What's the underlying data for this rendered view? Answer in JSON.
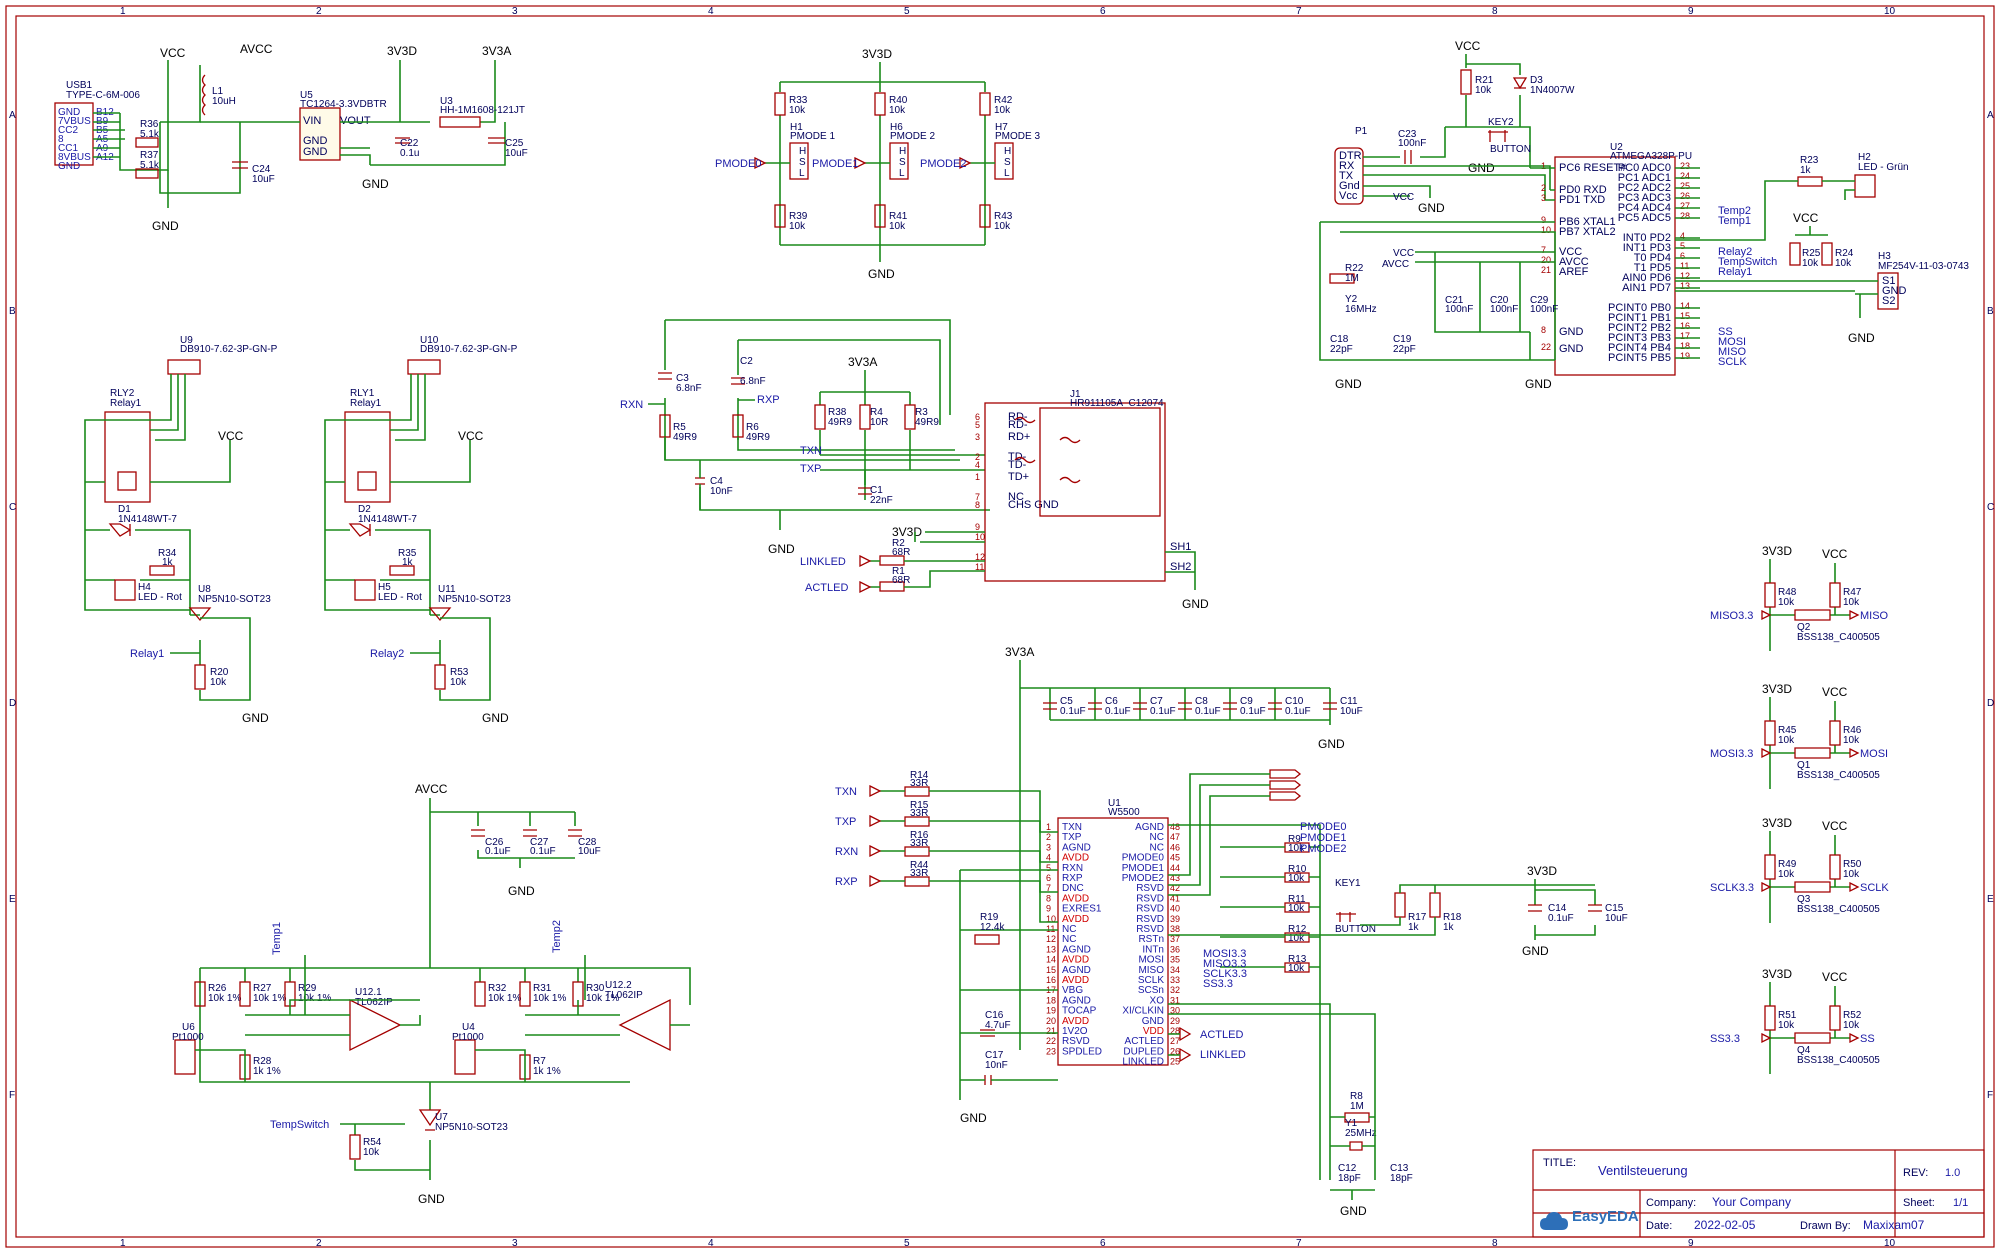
{
  "frame": {
    "columns": [
      "1",
      "2",
      "3",
      "4",
      "5",
      "6",
      "7",
      "8",
      "9",
      "10"
    ],
    "rows": [
      "A",
      "B",
      "C",
      "D",
      "E",
      "F"
    ]
  },
  "title_block": {
    "title_label": "TITLE:",
    "title": "Ventilsteuerung",
    "rev_label": "REV:",
    "rev": "1.0",
    "company_label": "Company:",
    "company": "Your Company",
    "sheet_label": "Sheet:",
    "sheet": "1/1",
    "date_label": "Date:",
    "date": "2022-02-05",
    "drawn_label": "Drawn By:",
    "drawn_by": "Maxixam07",
    "logo_text": "EasyEDA"
  },
  "power": {
    "vcc": "VCC",
    "avcc": "AVCC",
    "v3v3d": "3V3D",
    "v3v3a": "3V3A",
    "gnd": "GND"
  },
  "usb": {
    "ref": "USB1",
    "part": "TYPE-C-6M-006",
    "pins": [
      "GND",
      "7VBUS",
      "CC2",
      "8",
      "CC1",
      "8VBUS",
      "GND"
    ],
    "pinnums": [
      "B12",
      "B9",
      "B5",
      "A5",
      "A9",
      "A12"
    ]
  },
  "components": {
    "L1": "L1",
    "L1v": "10uH",
    "R36": "R36",
    "R36v": "5.1k",
    "R37": "R37",
    "R37v": "5.1k",
    "C24": "C24",
    "C24v": "10uF",
    "U5": "U5",
    "U5v": "TC1264-3.3VDBTR",
    "U5in": "VIN",
    "U5out": "VOUT",
    "U5gnd": "GND",
    "C22": "C22",
    "C22v": "0.1u",
    "U3": "U3",
    "U3v": "HH-1M1608-121JT",
    "C25": "C25",
    "C25v": "10uF",
    "R33": "R33",
    "R40": "R40",
    "R42": "R42",
    "R39": "R39",
    "R41": "R41",
    "R43": "R43",
    "r10k": "10k",
    "H1": "H1",
    "H1v": "PMODE 1",
    "H6": "H6",
    "H6v": "PMODE 2",
    "H7": "H7",
    "H7v": "PMODE 3",
    "C23": "C23",
    "C23v": "100nF",
    "R21": "R21",
    "D3": "D3",
    "D3v": "1N4007W",
    "KEY2": "KEY2",
    "button": "BUTTON",
    "P1": "P1",
    "U2": "U2",
    "U2v": "ATMEGA328P-PU",
    "R23": "R23",
    "R23v": "1k",
    "H2": "H2",
    "H2v": "LED - Grün",
    "R25": "R25",
    "R24": "R24",
    "H3": "H3",
    "H3v": "MF254V-11-03-0743",
    "R22": "R22",
    "R22v": "1M",
    "Y2": "Y2",
    "Y2v": "16MHz",
    "C18": "C18",
    "C18v": "22pF",
    "C19": "C19",
    "C19v": "22pF",
    "C21": "C21",
    "C21v": "100nF",
    "C20": "C20",
    "C20v": "100nF",
    "C29": "C29",
    "C29v": "100nF",
    "U9": "U9",
    "U9v": "DB910-7.62-3P-GN-P",
    "U10": "U10",
    "U10v": "DB910-7.62-3P-GN-P",
    "RLY2": "RLY2",
    "RLY1": "RLY1",
    "relay": "Relay1",
    "D1": "D1",
    "D2": "D2",
    "Dv": "1N4148WT-7",
    "R34": "R34",
    "R35": "R35",
    "r1k": "1k",
    "H4": "H4",
    "H5": "H5",
    "ledrot": "LED - Rot",
    "U8": "U8",
    "U11": "U11",
    "nfet": "NP5N10-SOT23",
    "R20": "R20",
    "R53": "R53",
    "C3": "C3",
    "C3v": "6.8nF",
    "C2": "C2",
    "C2v": "6.8nF",
    "R5": "R5",
    "R6": "R6",
    "r49r9": "49R9",
    "R38": "R38",
    "R4": "R4",
    "R4v": "10R",
    "R3": "R3",
    "C4": "C4",
    "C4v": "10nF",
    "C1": "C1",
    "C1v": "22nF",
    "R2": "R2",
    "R1": "R1",
    "r68r": "68R",
    "J1": "J1",
    "J1v": "HR911105A_C12074",
    "C5": "C5",
    "C6": "C6",
    "C7": "C7",
    "C8": "C8",
    "C9": "C9",
    "C10": "C10",
    "c01uF": "0.1uF",
    "C11": "C11",
    "C11v": "10uF",
    "U1": "U1",
    "U1v": "W5500",
    "R14": "R14",
    "R15": "R15",
    "R16": "R16",
    "R44": "R44",
    "r33r": "33R",
    "R19": "R19",
    "R19v": "12.4k",
    "C16": "C16",
    "C16v": "4.7uF",
    "C17": "C17",
    "C17v": "10nF",
    "R9": "R9",
    "R10": "R10",
    "R11": "R11",
    "R12": "R12",
    "R13": "R13",
    "KEY1": "KEY1",
    "R17": "R17",
    "R18": "R18",
    "C14": "C14",
    "C14v": "0.1uF",
    "C15": "C15",
    "C15v": "10uF",
    "R8": "R8",
    "R8v": "1M",
    "Y1": "Y1",
    "Y1v": "25MHz",
    "C12": "C12",
    "C13": "C13",
    "c18pF": "18pF",
    "C26": "C26",
    "C27": "C27",
    "C28": "C28",
    "C28v": "10uF",
    "R26": "R26",
    "R27": "R27",
    "R29": "R29",
    "r10k1": "10k 1%",
    "U12_1": "U12.1",
    "U12_2": "U12.2",
    "tl062": "TL062IP",
    "U6": "U6",
    "U4": "U4",
    "pt1000": "Pt1000",
    "R28": "R28",
    "r1k1": "1k 1%",
    "R32": "R32",
    "R31": "R31",
    "R30": "R30",
    "R7": "R7",
    "U7": "U7",
    "R54": "R54",
    "R48": "R48",
    "R47": "R47",
    "R45": "R45",
    "R46": "R46",
    "R49": "R49",
    "R50": "R50",
    "R51": "R51",
    "R52": "R52",
    "Q1": "Q1",
    "Q2": "Q2",
    "Q3": "Q3",
    "Q4": "Q4",
    "bss": "BSS138_C400505"
  },
  "nets": {
    "pmode0": "PMODE0",
    "pmode1": "PMODE1",
    "pmode2": "PMODE2",
    "temp1": "Temp1",
    "temp2": "Temp2",
    "relay1": "Relay1",
    "relay2": "Relay2",
    "tempswitch": "TempSwitch",
    "ss": "SS",
    "mosi": "MOSI",
    "miso": "MISO",
    "sclk": "SCLK",
    "rxn": "RXN",
    "rxp": "RXP",
    "txn": "TXN",
    "txp": "TXP",
    "linkled": "LINKLED",
    "actled": "ACTLED",
    "miso33": "MISO3.3",
    "mosi33": "MOSI3.3",
    "sclk33": "SCLK3.3",
    "ss33": "SS3.3",
    "sh1": "SH1",
    "sh2": "SH2"
  },
  "p1_pins": [
    "DTR",
    "RX",
    "TX",
    "Gnd",
    "Vcc"
  ],
  "u2_left": [
    "PC6 RESET#",
    "PD0 RXD",
    "PD1 TXD",
    "PB6 XTAL1",
    "PB7 XTAL2",
    "VCC",
    "AVCC",
    "AREF",
    "GND",
    "GND"
  ],
  "u2_left_nums": [
    "1",
    "2",
    "3",
    "9",
    "10",
    "7",
    "20",
    "21",
    "8",
    "22"
  ],
  "u2_right": [
    "PC0 ADC0",
    "PC1 ADC1",
    "PC2 ADC2",
    "PC3 ADC3",
    "PC4 ADC4",
    "PC5 ADC5",
    "INT0 PD2",
    "INT1 PD3",
    "T0 PD4",
    "T1 PD5",
    "AIN0 PD6",
    "AIN1 PD7",
    "PCINT0 PB0",
    "PCINT1 PB1",
    "PCINT2 PB2",
    "PCINT3 PB3",
    "PCINT4 PB4",
    "PCINT5 PB5"
  ],
  "u2_right_nums": [
    "23",
    "24",
    "25",
    "26",
    "27",
    "28",
    "4",
    "5",
    "6",
    "11",
    "12",
    "13",
    "14",
    "15",
    "16",
    "17",
    "18",
    "19"
  ],
  "u1_left": [
    "TXN",
    "TXP",
    "AGND",
    "AVDD",
    "RXN",
    "RXP",
    "DNC",
    "AVDD",
    "EXRES1",
    "AVDD",
    "NC",
    "NC",
    "AGND",
    "AVDD",
    "AGND",
    "AVDD",
    "VBG",
    "AGND",
    "TOCAP",
    "AVDD",
    "1V2O",
    "RSVD",
    "SPDLED"
  ],
  "u1_left_nums": [
    "1",
    "2",
    "3",
    "4",
    "5",
    "6",
    "7",
    "8",
    "9",
    "10",
    "11",
    "12",
    "13",
    "14",
    "15",
    "16",
    "17",
    "18",
    "19",
    "20",
    "21",
    "22",
    "23"
  ],
  "u1_right": [
    "AGND",
    "NC",
    "NC",
    "PMODE0",
    "PMODE1",
    "PMODE2",
    "RSVD",
    "RSVD",
    "RSVD",
    "RSVD",
    "RSVD",
    "RSTn",
    "INTn",
    "MOSI",
    "MISO",
    "SCLK",
    "SCSn",
    "XO",
    "XI/CLKIN",
    "GND",
    "VDD",
    "ACTLED",
    "DUPLED",
    "LINKLED"
  ],
  "u1_right_nums": [
    "48",
    "47",
    "46",
    "45",
    "44",
    "43",
    "42",
    "41",
    "40",
    "39",
    "38",
    "37",
    "36",
    "35",
    "34",
    "33",
    "32",
    "31",
    "30",
    "29",
    "28",
    "27",
    "26",
    "25"
  ],
  "j1_pins": [
    "RD-",
    "RD-",
    "RD+",
    "TD-",
    "TD-",
    "TD+",
    "NC",
    "CHS GND"
  ],
  "j1_nums": [
    "6",
    "5",
    "3",
    "2",
    "4",
    "1",
    "7",
    "8"
  ],
  "j1_led": [
    "9",
    "10",
    "12",
    "11"
  ],
  "h3_pins": [
    "S1",
    "GND",
    "S2"
  ],
  "pmode_pins": [
    "H",
    "S",
    "L"
  ],
  "r10k_1pct": "10k 1%"
}
